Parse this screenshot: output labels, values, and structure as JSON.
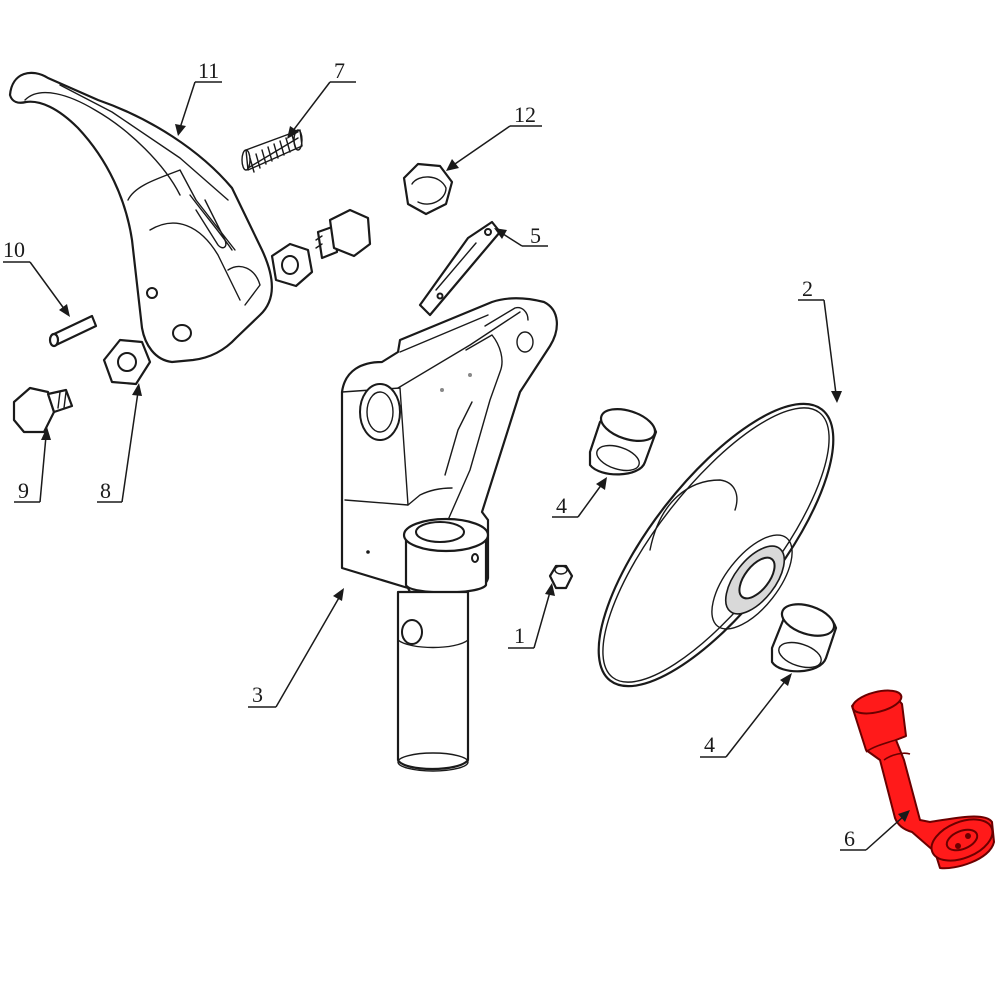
{
  "callouts": {
    "c1": "1",
    "c2": "2",
    "c3": "3",
    "c4a": "4",
    "c4b": "4",
    "c5": "5",
    "c6": "6",
    "c7": "7",
    "c8": "8",
    "c9": "9",
    "c10": "10",
    "c11": "11",
    "c12": "12"
  },
  "colors": {
    "highlight": "#ff1a1a",
    "line": "#1a1a1a",
    "background": "#ffffff"
  },
  "highlighted_part": "6"
}
